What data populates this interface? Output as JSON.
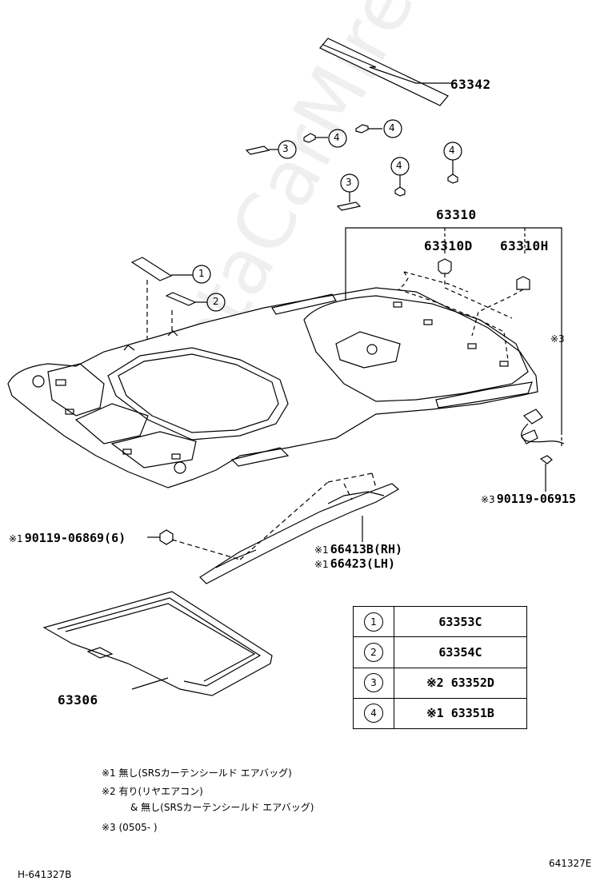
{
  "parts": {
    "p63342": "63342",
    "p63310": "63310",
    "p63310D": "63310D",
    "p63310H": "63310H",
    "p63306": "63306",
    "p66413B": "66413B(RH)",
    "p66423": "66423(LH)",
    "bolt_left": "90119-06869(6)",
    "bolt_right": "90119-06915",
    "note_3_side": "※3"
  },
  "markers": {
    "star1": "※1",
    "star3": "※3"
  },
  "callouts": {
    "c1": "1",
    "c2": "2",
    "c3": "3",
    "c4": "4"
  },
  "legend": [
    {
      "num": "1",
      "part": "63353C"
    },
    {
      "num": "2",
      "part": "63354C"
    },
    {
      "num": "3",
      "part": "※2 63352D"
    },
    {
      "num": "4",
      "part": "※1 63351B"
    }
  ],
  "notes": {
    "n1": "※1  無し(SRSカーテンシールド  エアバッグ)",
    "n2": "※2  有り(リヤエアコン)",
    "n2b": "& 無し(SRSカーテンシールド エアバッグ)",
    "n3": "※3  (0505-      )"
  },
  "codes": {
    "left": "H-641327B",
    "right": "641327E"
  },
  "watermark": "ToyotaCarMire.ru"
}
